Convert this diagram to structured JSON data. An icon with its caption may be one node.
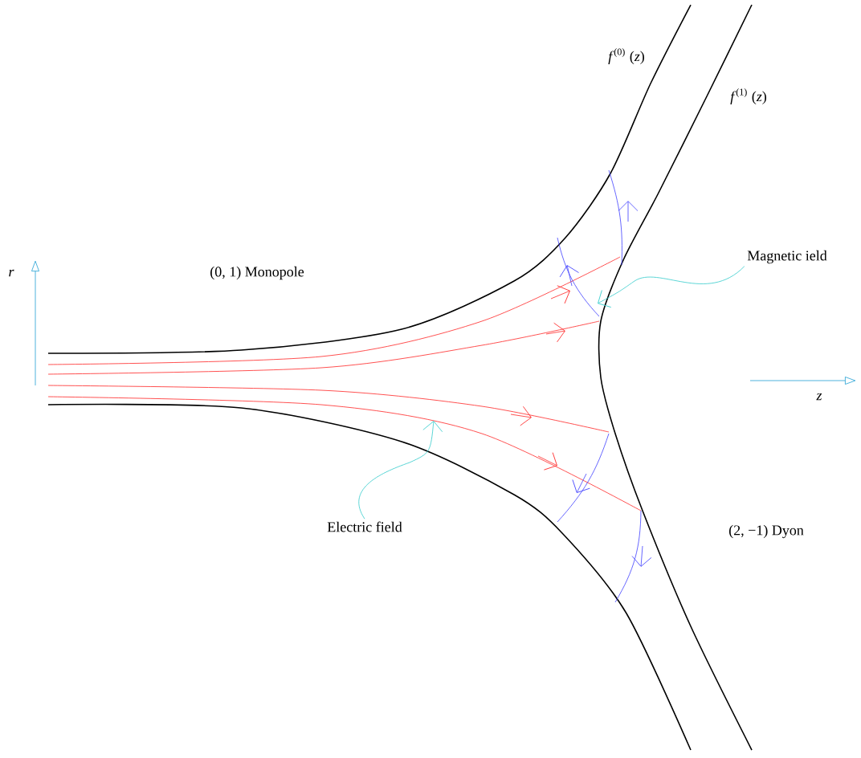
{
  "diagram": {
    "nodes": [
      {
        "text": [
          "Magnetic ield"
        ]
      },
      {
        "text": [
          "Electric field"
        ]
      }
    ],
    "edges": [
      {
        "from": 0,
        "to": null,
        "arrow": "to",
        "color": "#33cccc"
      },
      {
        "from": 1,
        "to": null,
        "arrow": "to",
        "color": "#33cccc"
      }
    ],
    "labels": [
      "*f*$^{(0)}$ (*z*)",
      "*f*$^{(1)}$ (*z*)",
      "(0, 1) Monopole",
      "*r*",
      "*z*",
      "(2, −1) Dyon"
    ]
  }
}
